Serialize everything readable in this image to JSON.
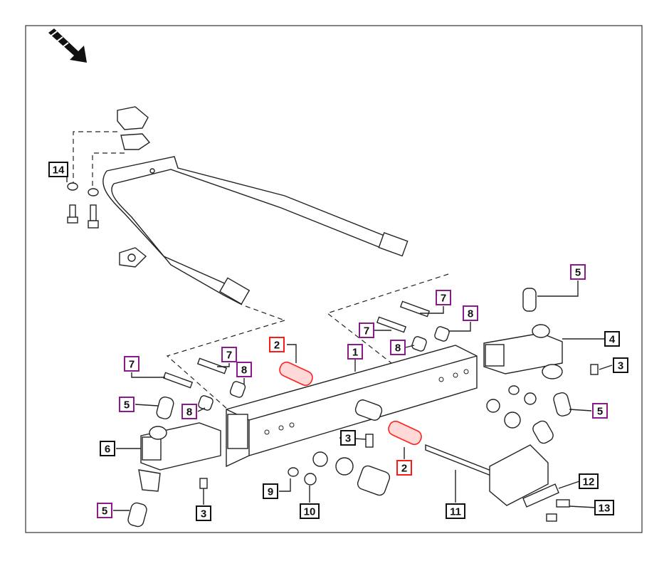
{
  "diagram": {
    "label_colors": {
      "black": "#111111",
      "purple": "#8b1a8b",
      "red": "#ff1a1a"
    },
    "callouts": [
      {
        "id": "c14",
        "text": "14",
        "color": "black"
      },
      {
        "id": "c5a",
        "text": "5",
        "color": "purple"
      },
      {
        "id": "c7a",
        "text": "7",
        "color": "purple"
      },
      {
        "id": "c8a",
        "text": "8",
        "color": "purple"
      },
      {
        "id": "c7b",
        "text": "7",
        "color": "purple"
      },
      {
        "id": "c8b",
        "text": "8",
        "color": "purple"
      },
      {
        "id": "c2a",
        "text": "2",
        "color": "red"
      },
      {
        "id": "c1",
        "text": "1",
        "color": "purple"
      },
      {
        "id": "c4",
        "text": "4",
        "color": "black"
      },
      {
        "id": "c3a",
        "text": "3",
        "color": "black"
      },
      {
        "id": "c7c",
        "text": "7",
        "color": "purple"
      },
      {
        "id": "c7d",
        "text": "7",
        "color": "purple"
      },
      {
        "id": "c8c",
        "text": "8",
        "color": "purple"
      },
      {
        "id": "c5b",
        "text": "5",
        "color": "purple"
      },
      {
        "id": "c8d",
        "text": "8",
        "color": "purple"
      },
      {
        "id": "c5c",
        "text": "5",
        "color": "purple"
      },
      {
        "id": "c3b",
        "text": "3",
        "color": "black"
      },
      {
        "id": "c6",
        "text": "6",
        "color": "black"
      },
      {
        "id": "c2b",
        "text": "2",
        "color": "red"
      },
      {
        "id": "c12",
        "text": "12",
        "color": "black"
      },
      {
        "id": "c9",
        "text": "9",
        "color": "black"
      },
      {
        "id": "c10",
        "text": "10",
        "color": "black"
      },
      {
        "id": "c11",
        "text": "11",
        "color": "black"
      },
      {
        "id": "c13",
        "text": "13",
        "color": "black"
      },
      {
        "id": "c3c",
        "text": "3",
        "color": "black"
      },
      {
        "id": "c5d",
        "text": "5",
        "color": "purple"
      }
    ],
    "icons": {
      "direction": "front-direction-arrow-icon"
    }
  }
}
